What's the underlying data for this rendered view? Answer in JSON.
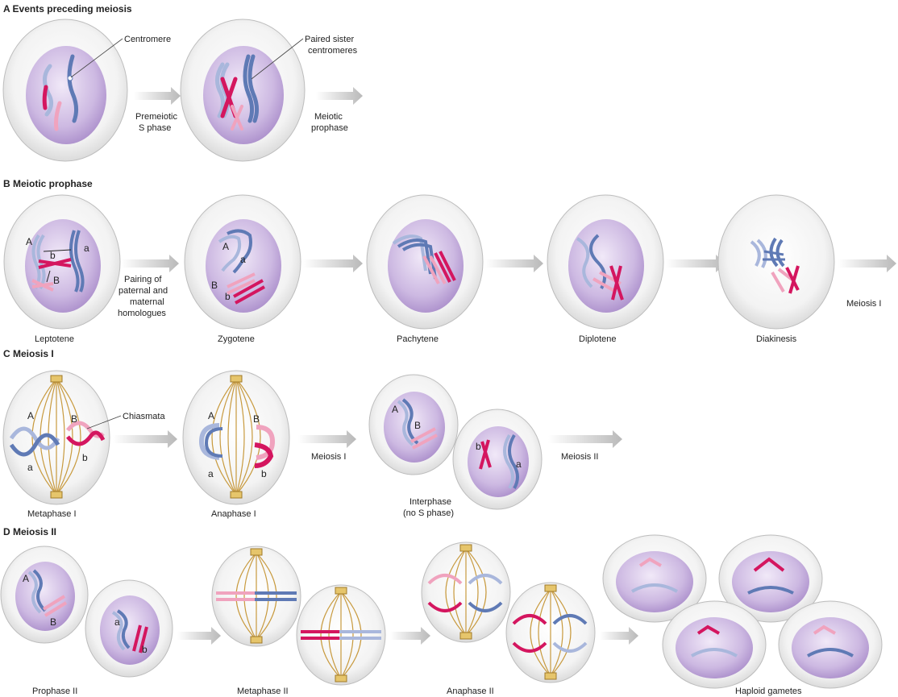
{
  "sections": {
    "a": "A  Events preceding meiosis",
    "b": "B  Meiotic prophase",
    "c": "C  Meiosis I",
    "d": "D  Meiosis II"
  },
  "callouts": {
    "centromere": "Centromere",
    "paired1": "Paired sister",
    "paired2": "centromeres",
    "chiasmata": "Chiasmata"
  },
  "arrows": {
    "premeiotic1": "Premeiotic",
    "premeiotic2": "S phase",
    "meiotic1": "Meiotic",
    "meiotic2": "prophase",
    "pairing1": "Pairing of",
    "pairing2": "paternal and",
    "pairing3": "maternal",
    "pairing4": "homologues",
    "meiosis1_b": "Meiosis I",
    "meiosis1_c": "Meiosis I",
    "meiosis2_c": "Meiosis II"
  },
  "stages": {
    "leptotene": "Leptotene",
    "zygotene": "Zygotene",
    "pachytene": "Pachytene",
    "diplotene": "Diplotene",
    "diakinesis": "Diakinesis",
    "metaphase1": "Metaphase I",
    "anaphase1": "Anaphase I",
    "interphase1": "Interphase",
    "interphase2": "(no S phase)",
    "prophase2": "Prophase II",
    "metaphase2": "Metaphase II",
    "anaphase2": "Anaphase II",
    "gametes": "Haploid gametes"
  },
  "letters": {
    "A": "A",
    "a": "a",
    "B": "B",
    "b": "b"
  },
  "colors": {
    "paternal_dark": "#5f7ab5",
    "paternal_light": "#a9b7dc",
    "maternal_dark": "#d4165f",
    "maternal_light": "#f0a3be",
    "spindle": "#c89a3e",
    "nucleus": "#c6b2dd",
    "arrow": "#c8c8c8"
  }
}
